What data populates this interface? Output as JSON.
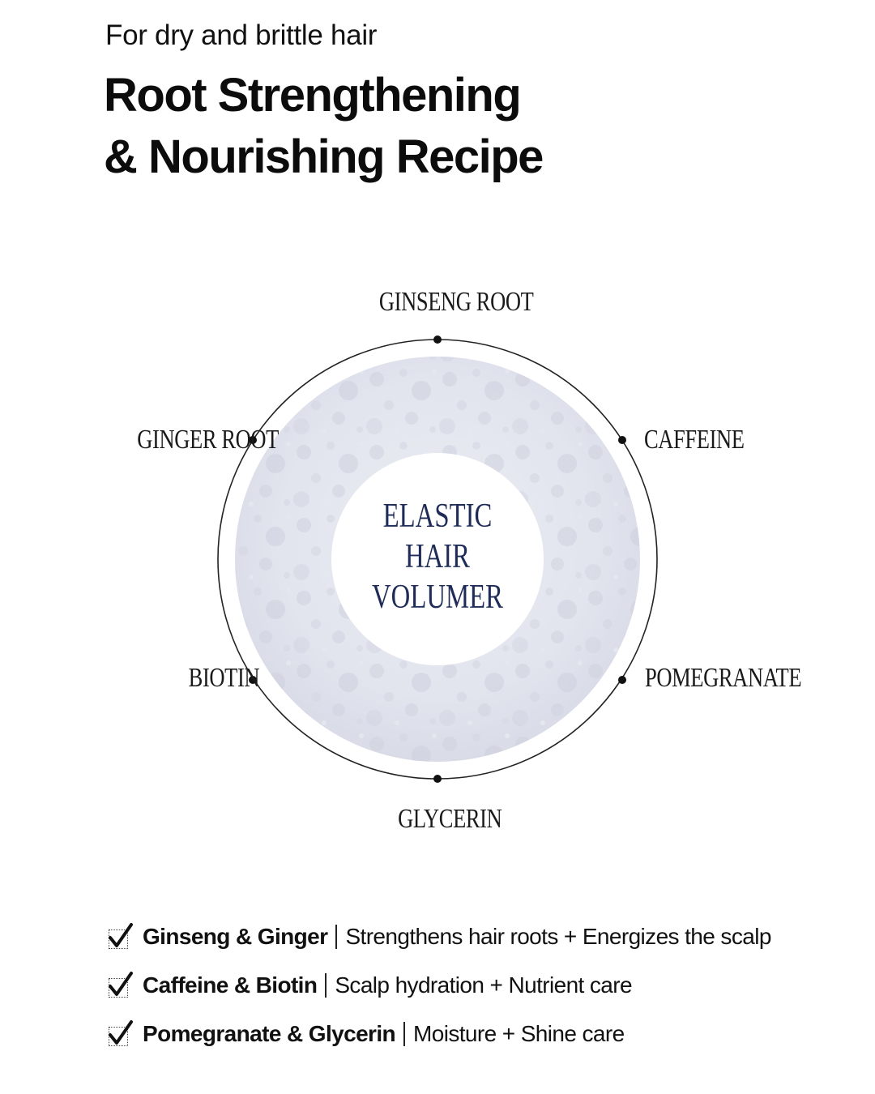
{
  "header": {
    "subtitle": "For dry and brittle hair",
    "title_line1": "Root Strengthening",
    "title_line2": "& Nourishing Recipe"
  },
  "diagram": {
    "center_line1": "ELASTIC",
    "center_line2": "HAIR",
    "center_line3": "VOLUMER",
    "center_color": "#1f2c57",
    "ingredients": {
      "top": "GINSENG ROOT",
      "upper_left": "GINGER ROOT",
      "upper_right": "CAFFEINE",
      "lower_left": "BIOTIN",
      "lower_right": "POMEGRANATE",
      "bottom": "GLYCERIN"
    }
  },
  "benefits": [
    {
      "name": "Ginseng & Ginger",
      "desc": "Strengthens hair roots + Energizes the scalp"
    },
    {
      "name": "Caffeine & Biotin",
      "desc": "Scalp hydration + Nutrient care"
    },
    {
      "name": "Pomegranate & Glycerin",
      "desc": "Moisture + Shine care"
    }
  ]
}
